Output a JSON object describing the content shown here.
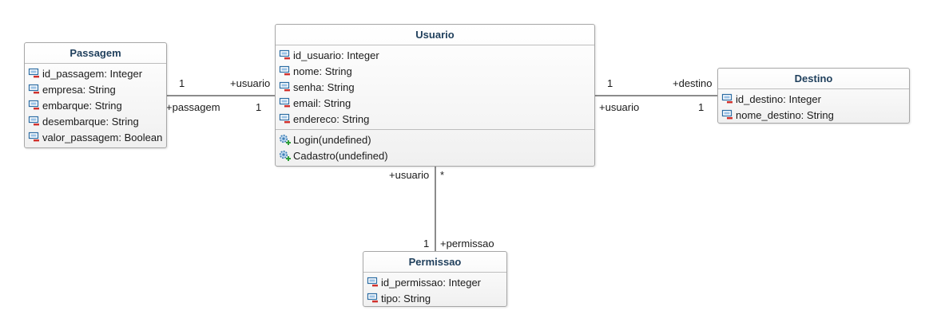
{
  "classes": {
    "usuario": {
      "name": "Usuario",
      "attributes": [
        "id_usuario: Integer",
        "nome: String",
        "senha: String",
        "email: String",
        "endereco: String"
      ],
      "operations": [
        "Login(undefined)",
        "Cadastro(undefined)"
      ]
    },
    "passagem": {
      "name": "Passagem",
      "attributes": [
        "id_passagem: Integer",
        "empresa: String",
        "embarque: String",
        "desembarque: String",
        "valor_passagem: Boolean"
      ]
    },
    "destino": {
      "name": "Destino",
      "attributes": [
        "id_destino: Integer",
        "nome_destino: String"
      ]
    },
    "permissao": {
      "name": "Permissao",
      "attributes": [
        "id_permissao: Integer",
        "tipo: String"
      ]
    }
  },
  "associations": {
    "passagem_usuario": {
      "mult_passagem_end": "1",
      "role_usuario": "+usuario",
      "role_passagem": "+passagem",
      "mult_usuario_end": "1"
    },
    "usuario_destino": {
      "mult_usuario_end": "1",
      "role_destino": "+destino",
      "role_usuario": "+usuario",
      "mult_destino_end": "1"
    },
    "usuario_permissao": {
      "role_usuario": "+usuario",
      "mult_usuario_end": "*",
      "mult_permissao_end": "1",
      "role_permissao": "+permissao"
    }
  },
  "colors": {
    "class_title": "#1f3f5c",
    "border": "#a7a7a7",
    "attribute_icon": "#2b6ca3",
    "visibility_private": "#d0302c",
    "operation_icon": "#3f7fb5",
    "visibility_public": "#2e9e3a"
  },
  "icons": {
    "attribute": "private-attribute-icon",
    "operation": "public-operation-icon"
  }
}
